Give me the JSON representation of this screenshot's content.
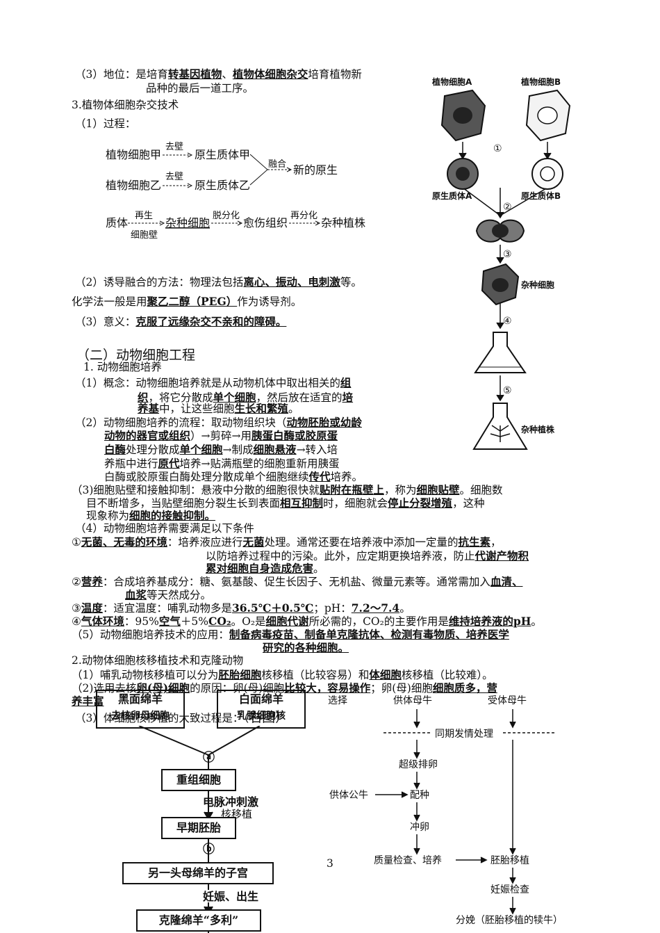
{
  "s1": {
    "l1_a": "（3）地位：是培育",
    "l1_u1": "转基因植物",
    "l1_b": "、",
    "l1_u2": "植物体细胞杂交",
    "l1_c": "培育植物新",
    "l1_2": "品种的最后一道工序。",
    "heading3": "3.植物体细胞杂交技术",
    "process": "（1）过程："
  },
  "flow": {
    "cellA": "植物细胞甲",
    "cellB": "植物细胞乙",
    "remove_wall": "去壁",
    "protoA": "原生质体甲",
    "protoB": "原生质体乙",
    "fuse": "融合",
    "new_proto": "新的原生",
    "r2_proto": "质体",
    "regen_1": "再生",
    "regen_2": "细胞壁",
    "hybrid_cell": "杂种细胞",
    "dediff": "脱分化",
    "callus": "愈伤组织",
    "rediff": "再分化",
    "hybrid_plant": "杂种植株"
  },
  "s2": {
    "induce_a": "（2）诱导融合的方法：物理法包括",
    "induce_u": "离心、振动、电刺激",
    "induce_b": "等。",
    "chem_a": "化学法一般是用",
    "chem_u": "聚乙二醇（PEG）",
    "chem_b": "作为诱导剂。",
    "meaning_a": "（3）意义：",
    "meaning_u": "克服了远缘杂交不亲和的障碍。"
  },
  "animal": {
    "title": "（二）动物细胞工程",
    "sub1": "1. 动物细胞培养",
    "c1a": "（1）概念：动物细胞培养就是从动物机体中取出相关的",
    "c1u": "组",
    "c2u": "织",
    "c2a": "，将它分散成",
    "c2u2": "单个细胞",
    "c2b": "，然后放在适宜的",
    "c2u3": "培",
    "c3u": "养基",
    "c3a": "中，让这些细胞",
    "c3u2": "生长和繁殖",
    "c3b": "。",
    "p1a": "（2）动物细胞培养的流程：取动物组织块（",
    "p1u": "动物胚胎或幼龄",
    "p2u": "动物的器官或组织",
    "p2a": "）→剪碎→用",
    "p2u2": "胰蛋白酶或胶原蛋",
    "p3u": "白酶",
    "p3a": "处理分散成",
    "p3u2": "单个细胞",
    "p3b": "→制成",
    "p3u3": "细胞悬液",
    "p3c": "→转入培",
    "p4a": "养瓶中进行",
    "p4u": "原代",
    "p4b": "培养→贴满瓶壁的细胞重新用胰蛋",
    "p5a": "白酶或胶原蛋白酶处理分散成单个细胞继续",
    "p5u": "传代",
    "p5b": "培养。",
    "a1a": "（3)细胞贴壁和接触抑制：悬液中分散的细胞很快就",
    "a1u": "贴附在瓶壁上",
    "a1b": "，称为",
    "a1u2": "细胞贴壁",
    "a1c": "。细胞数",
    "a2a": "目不断增多，当贴壁细胞分裂生长到表面",
    "a2u": "相互抑制",
    "a2b": "时，细胞就会",
    "a2u2": "停止分裂增殖",
    "a2c": "，这种",
    "a3a": "现象称为",
    "a3u": "细胞的接触抑制。",
    "cond": "（4）动物细胞培养需要满足以下条件",
    "e1n": "①",
    "e1u": "无菌、无毒的环境",
    "e1a": "：培养液应进行",
    "e1u2": "无菌",
    "e1b": "处理。通常还要在培养液中添加一定量的",
    "e1u3": "抗生素",
    "e1c": "，",
    "e2a": "以防培养过程中的污染。此外，应定期更换培养液，防止",
    "e2u": "代谢产物积",
    "e3u": "累对细胞自身造成危害",
    "e3a": "。",
    "n1n": "②",
    "n1u": "营养",
    "n1a": "：合成培养基成分：糖、氨基酸、促生长因子、无机盐、微量元素等。通常需加入",
    "n1u2": "血清、",
    "n2u": "血浆",
    "n2a": "等天然成分。",
    "tmpn": "③",
    "tmpu": "温度",
    "tmpa": "：适宜温度：哺乳动物多是",
    "tmpu2": "36.5℃＋0.5℃",
    "tmpb": "；pH：",
    "tmpu3": "7.2～7.4",
    "tmpc": "。",
    "gasn": "④",
    "gasu": "气体环境",
    "gasa": "：95%",
    "gasu2": "空气",
    "gasb": "＋5%",
    "gasu3": "CO₂",
    "gasc": "。O₂是",
    "gasu4": "细胞代谢",
    "gasd": "所必需的，CO₂的主要作用是",
    "gasu5": "维持培养液的pH",
    "gase": "。",
    "app_a": "（5）动物细胞培养技术的应用：",
    "app_u": "制备病毒疫苗、制备单克隆抗体、检测有毒物质、培养医学",
    "app_u2": "研究的各种细胞。",
    "sub2": "2.动物体细胞核移植技术和克隆动物",
    "nt1a": "（1）哺乳动物核移植可以分为",
    "nt1u": "胚胎细胞",
    "nt1b": "核移植（比较容易）和",
    "nt1u2": "体细胞",
    "nt1c": "核移植（比较难）。",
    "nt2a": "（2)选用去核",
    "nt2u": "卵(母)细胞",
    "nt2b": "的原因：卵(母)细胞",
    "nt2u2": "比较大，容易操作",
    "nt2c": "；卵(母)细胞",
    "nt2u3": "细胞质多，营",
    "nt3u": "养丰富",
    "nt4a": "（3）体细胞核移植的大致过程是：（",
    "nt4b": "右图）"
  },
  "fig_right": {
    "cellA": "植物细胞A",
    "cellB": "植物细胞B",
    "protoA": "原生质体A",
    "protoB": "原生质体B",
    "hybrid_cell": "杂种细胞",
    "hybrid_plant": "杂种植株",
    "s1": "①",
    "s2": "②",
    "s3": "③",
    "s4": "④",
    "s5": "⑤"
  },
  "fig_sheep": {
    "black": "黑面绵羊",
    "black2": "去核卵母细胞",
    "white": "白面绵羊",
    "white2": "乳腺细胞核",
    "a": "ⓐ",
    "recomb": "重组细胞",
    "pulse": "电脉冲刺激",
    "nt": "核移植",
    "early": "早期胚胎",
    "b": "ⓑ",
    "uterus": "另一头母绵羊的子宫",
    "birth": "妊娠、出生",
    "dolly": "克隆绵羊“多利”"
  },
  "fig_cow": {
    "select": "选择",
    "donor": "供体母牛",
    "recipient": "受体母牛",
    "sync": "同期发情处理",
    "superov": "超级排卵",
    "bull": "供体公牛",
    "mating": "配种",
    "flush": "冲卵",
    "quality": "质量检查、培养",
    "transfer": "胚胎移植",
    "preg": "妊娠检查",
    "calving": "分娩（胚胎移植的犊牛）"
  },
  "page_no": "3"
}
